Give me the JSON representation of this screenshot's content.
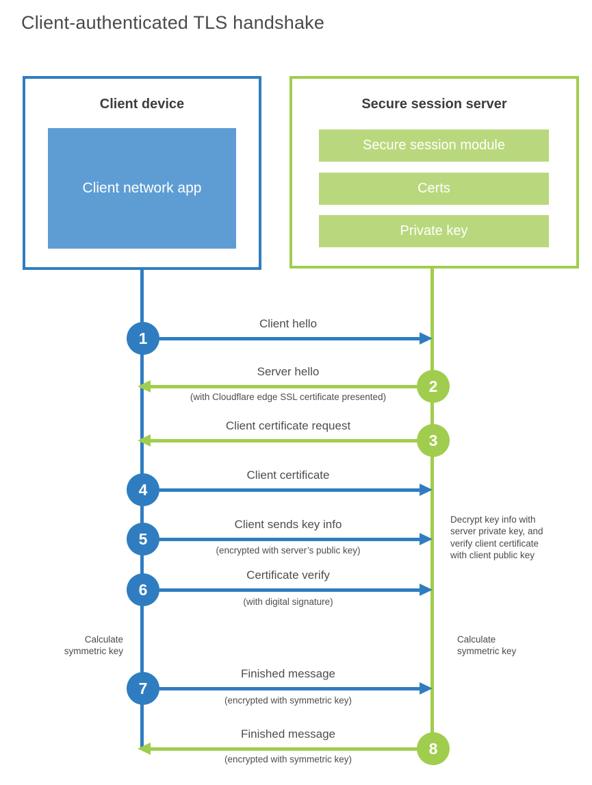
{
  "title": "Client-authenticated TLS handshake",
  "client": {
    "box_title": "Client device",
    "app_label": "Client network app"
  },
  "server": {
    "box_title": "Secure session server",
    "modules": [
      "Secure session module",
      "Certs",
      "Private key"
    ]
  },
  "steps": [
    {
      "num": "1",
      "label": "Client hello",
      "sublabel": "",
      "direction": "client-to-server"
    },
    {
      "num": "2",
      "label": "Server hello",
      "sublabel": "(with Cloudflare edge SSL certificate presented)",
      "direction": "server-to-client"
    },
    {
      "num": "3",
      "label": "Client certificate request",
      "sublabel": "",
      "direction": "server-to-client"
    },
    {
      "num": "4",
      "label": "Client certificate",
      "sublabel": "",
      "direction": "client-to-server"
    },
    {
      "num": "5",
      "label": "Client sends key info",
      "sublabel": "(encrypted with server’s public key)",
      "direction": "client-to-server"
    },
    {
      "num": "6",
      "label": "Certificate verify",
      "sublabel": "(with digital signature)",
      "direction": "client-to-server"
    },
    {
      "num": "7",
      "label": "Finished message",
      "sublabel": "(encrypted with symmetric key)",
      "direction": "client-to-server"
    },
    {
      "num": "8",
      "label": "Finished message",
      "sublabel": "(encrypted with symmetric key)",
      "direction": "server-to-client"
    }
  ],
  "notes": {
    "decrypt_lines": [
      "Decrypt key info with",
      "server private key, and",
      "verify client certificate",
      "with client public key"
    ],
    "calc_left_lines": [
      "Calculate",
      "symmetric key"
    ],
    "calc_right_lines": [
      "Calculate",
      "symmetric key"
    ]
  },
  "colors": {
    "blue": "#2f7dc0",
    "blue_fill": "#5e9dd4",
    "green": "#a0cd4e",
    "green_fill": "#b9d87d",
    "text_dark": "#3d3d3d",
    "text_gray": "#4d4d4d"
  }
}
